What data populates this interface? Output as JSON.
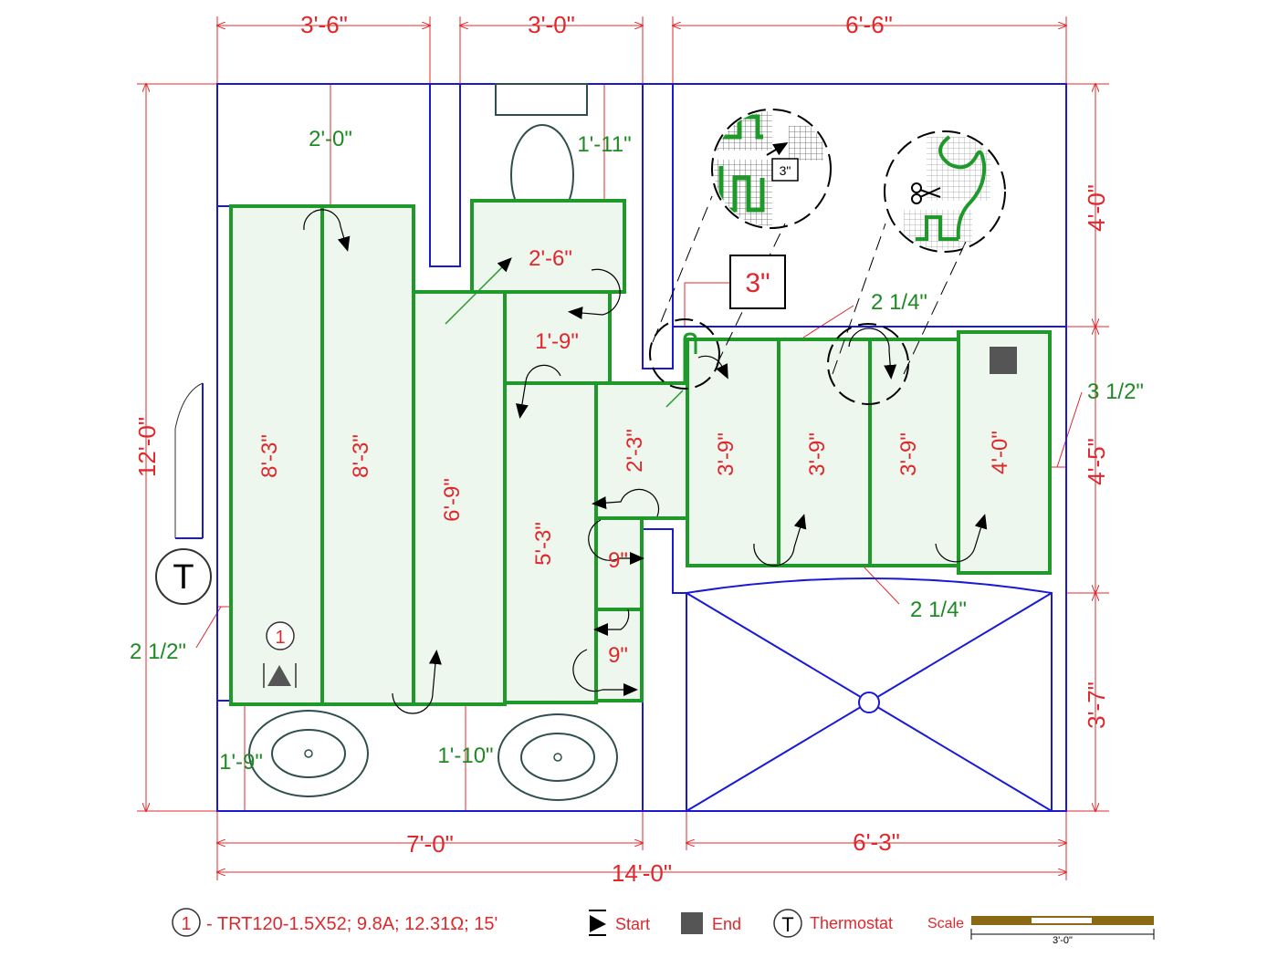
{
  "colors": {
    "dimension": "#e0282c",
    "wall": "#1a1ad6",
    "mat": "#1f9a2a",
    "mat_fill": "#edf7ee",
    "fixture": "#2f4f4f",
    "label_green": "#1f8a24",
    "scale_bar": "#8b6914"
  },
  "dimensions": {
    "top": [
      "3'-6\"",
      "3'-0\"",
      "6'-6\""
    ],
    "bottom_left": "7'-0\"",
    "bottom_right": "6'-3\"",
    "overall_width": "14'-0\"",
    "left_height": "12'-0\"",
    "right": [
      "4'-0\"",
      "4'-5\"",
      "3'-7\""
    ]
  },
  "clearances": {
    "top_left": "2'-0\"",
    "toilet": "1'-11\"",
    "wall_gap": "2 1/4\"",
    "right_edge": "3 1/2\"",
    "shower_gap": "2 1/4\"",
    "left_wall": "2 1/2\"",
    "vanity_left": "1'-9\"",
    "vanity_mid": "1'-10\""
  },
  "strips": {
    "s1": "8'-3\"",
    "s2": "8'-3\"",
    "s3": "6'-9\"",
    "s4": "5'-3\"",
    "s5": "2'-3\"",
    "s6": "3'-9\"",
    "s7": "3'-9\"",
    "s8": "3'-9\"",
    "s9": "4'-0\"",
    "toilet_top": "2'-6\"",
    "toilet_mid": "1'-9\"",
    "small_a": "9\"",
    "small_b": "9\""
  },
  "callouts": {
    "cut_size": "3\"",
    "inset_size": "3\""
  },
  "thermostat_symbol": "T",
  "heater_marker": "1",
  "icons": {
    "start": "start-triangle-icon",
    "end": "end-square-icon",
    "thermostat": "thermostat-circle-icon",
    "scissors": "scissors-icon"
  },
  "legend": {
    "marker": "1",
    "product": "- TRT120-1.5X52; 9.8A; 12.31Ω; 15'",
    "start": "Start",
    "end": "End",
    "thermostat_symbol": "T",
    "thermostat": "Thermostat",
    "scale": "Scale",
    "scale_value": "3'-0\""
  }
}
